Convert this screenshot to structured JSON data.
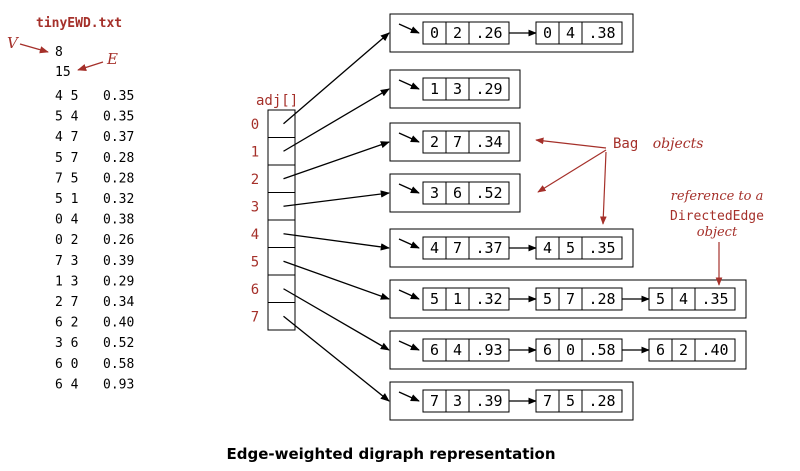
{
  "file": {
    "name": "tinyEWD.txt",
    "V_label": "V",
    "E_label": "E",
    "V": "8",
    "E": "15",
    "edges": [
      [
        "4 5",
        "0.35"
      ],
      [
        "5 4",
        "0.35"
      ],
      [
        "4 7",
        "0.37"
      ],
      [
        "5 7",
        "0.28"
      ],
      [
        "7 5",
        "0.28"
      ],
      [
        "5 1",
        "0.32"
      ],
      [
        "0 4",
        "0.38"
      ],
      [
        "0 2",
        "0.26"
      ],
      [
        "7 3",
        "0.39"
      ],
      [
        "1 3",
        "0.29"
      ],
      [
        "2 7",
        "0.34"
      ],
      [
        "6 2",
        "0.40"
      ],
      [
        "3 6",
        "0.52"
      ],
      [
        "6 0",
        "0.58"
      ],
      [
        "6 4",
        "0.93"
      ]
    ]
  },
  "adj": {
    "label": "adj[]",
    "indices": [
      "0",
      "1",
      "2",
      "3",
      "4",
      "5",
      "6",
      "7"
    ]
  },
  "lists": [
    [
      [
        "0",
        "2",
        ".26"
      ],
      [
        "0",
        "4",
        ".38"
      ]
    ],
    [
      [
        "1",
        "3",
        ".29"
      ]
    ],
    [
      [
        "2",
        "7",
        ".34"
      ]
    ],
    [
      [
        "3",
        "6",
        ".52"
      ]
    ],
    [
      [
        "4",
        "7",
        ".37"
      ],
      [
        "4",
        "5",
        ".35"
      ]
    ],
    [
      [
        "5",
        "1",
        ".32"
      ],
      [
        "5",
        "7",
        ".28"
      ],
      [
        "5",
        "4",
        ".35"
      ]
    ],
    [
      [
        "6",
        "4",
        ".93"
      ],
      [
        "6",
        "0",
        ".58"
      ],
      [
        "6",
        "2",
        ".40"
      ]
    ],
    [
      [
        "7",
        "3",
        ".39"
      ],
      [
        "7",
        "5",
        ".28"
      ]
    ]
  ],
  "annotations": {
    "bag_mono": "Bag",
    "bag_italic": "objects",
    "ref_line1": "reference to a",
    "ref_line2": "DirectedEdge",
    "ref_line3": "object"
  },
  "caption": "Edge-weighted digraph representation",
  "colors": {
    "accent": "#a5302a",
    "ink": "#000000"
  }
}
